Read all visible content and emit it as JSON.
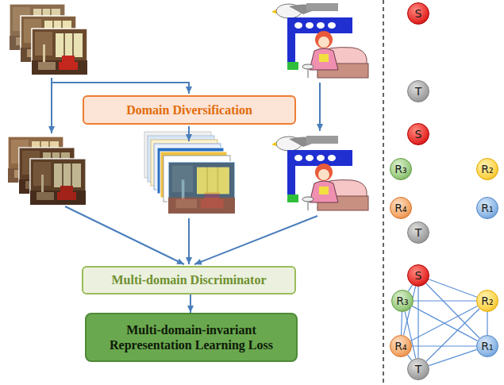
{
  "diagram": {
    "nodes": [
      {
        "text": [
          "Domain Diversification"
        ]
      },
      {
        "text": [
          "Multi-domain Discriminator"
        ]
      },
      {
        "text": [
          "Multi-domain-invariant Representation Learning Loss"
        ]
      },
      {
        "text": [
          "S"
        ]
      },
      {
        "text": [
          "T"
        ]
      },
      {
        "text": [
          "S"
        ]
      },
      {
        "text": [
          "R₃"
        ]
      },
      {
        "text": [
          "R₂"
        ]
      },
      {
        "text": [
          "R₄"
        ]
      },
      {
        "text": [
          "R₁"
        ]
      },
      {
        "text": [
          "T"
        ]
      },
      {
        "text": [
          "S"
        ]
      },
      {
        "text": [
          "R₃"
        ]
      },
      {
        "text": [
          "R₂"
        ]
      },
      {
        "text": [
          "R₄"
        ]
      },
      {
        "text": [
          "R₁"
        ]
      },
      {
        "text": [
          "T"
        ]
      }
    ],
    "edges": [
      {
        "from": 1,
        "to": 2,
        "arrow": "to"
      },
      {
        "from": 11,
        "to": 12,
        "arrow": "none"
      },
      {
        "from": 11,
        "to": 13,
        "arrow": "none"
      },
      {
        "from": 11,
        "to": 14,
        "arrow": "none"
      },
      {
        "from": 11,
        "to": 15,
        "arrow": "none"
      },
      {
        "from": 11,
        "to": 16,
        "arrow": "none"
      },
      {
        "from": 12,
        "to": 13,
        "arrow": "none"
      },
      {
        "from": 12,
        "to": 14,
        "arrow": "none"
      },
      {
        "from": 12,
        "to": 15,
        "arrow": "none"
      },
      {
        "from": 12,
        "to": 16,
        "arrow": "none"
      },
      {
        "from": 13,
        "to": 14,
        "arrow": "none"
      },
      {
        "from": 13,
        "to": 15,
        "arrow": "none"
      },
      {
        "from": 13,
        "to": 16,
        "arrow": "none"
      },
      {
        "from": 14,
        "to": 15,
        "arrow": "none"
      },
      {
        "from": 14,
        "to": 16,
        "arrow": "none"
      },
      {
        "from": 15,
        "to": 16,
        "arrow": "none"
      }
    ]
  }
}
